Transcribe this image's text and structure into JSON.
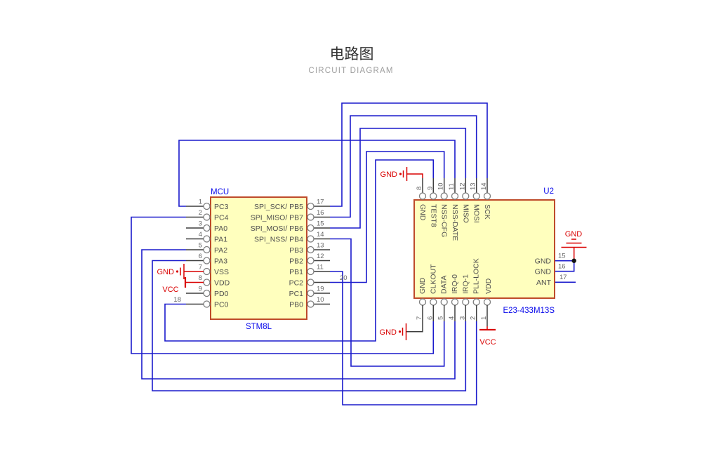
{
  "header": {
    "title": "电路图",
    "subtitle": "CIRCUIT DIAGRAM"
  },
  "mcu": {
    "designator": "MCU",
    "part": "STM8L",
    "left_pins": [
      {
        "num": "1",
        "name": "PC3"
      },
      {
        "num": "2",
        "name": "PC4"
      },
      {
        "num": "3",
        "name": "PA0"
      },
      {
        "num": "4",
        "name": "PA1"
      },
      {
        "num": "5",
        "name": "PA2"
      },
      {
        "num": "6",
        "name": "PA3"
      },
      {
        "num": "7",
        "name": "VSS"
      },
      {
        "num": "8",
        "name": "VDD"
      },
      {
        "num": "9",
        "name": "PD0"
      },
      {
        "num": "18",
        "name": "PC0"
      }
    ],
    "right_pins": [
      {
        "num": "17",
        "name": "SPI_SCK/ PB5"
      },
      {
        "num": "16",
        "name": "SPI_MISO/ PB7"
      },
      {
        "num": "15",
        "name": "SPI_MOSI/ PB6"
      },
      {
        "num": "14",
        "name": "SPI_NSS/ PB4"
      },
      {
        "num": "13",
        "name": "PB3"
      },
      {
        "num": "12",
        "name": "PB2"
      },
      {
        "num": "11",
        "name": "PB1"
      },
      {
        "num": "20",
        "name": "PC2"
      },
      {
        "num": "19",
        "name": "PC1"
      },
      {
        "num": "10",
        "name": "PB0"
      }
    ]
  },
  "module": {
    "designator": "U2",
    "part": "E23-433M13S",
    "top_pins": [
      {
        "num": "8",
        "name": "GND"
      },
      {
        "num": "9",
        "name": "TEST8"
      },
      {
        "num": "10",
        "name": "NSS-CFG"
      },
      {
        "num": "11",
        "name": "NSS-DATE"
      },
      {
        "num": "12",
        "name": "MISO"
      },
      {
        "num": "13",
        "name": "MOSI"
      },
      {
        "num": "14",
        "name": "SCK"
      }
    ],
    "bottom_pins": [
      {
        "num": "7",
        "name": "GND"
      },
      {
        "num": "6",
        "name": "CLKOUT"
      },
      {
        "num": "5",
        "name": "DATA"
      },
      {
        "num": "4",
        "name": "IRQ-0"
      },
      {
        "num": "3",
        "name": "IRQ-1"
      },
      {
        "num": "2",
        "name": "PLL-LOCK"
      },
      {
        "num": "1",
        "name": "VDD"
      }
    ],
    "right_pins": [
      {
        "num": "15",
        "name": "GND"
      },
      {
        "num": "16",
        "name": "GND"
      },
      {
        "num": "17",
        "name": "ANT"
      }
    ]
  },
  "power": {
    "gnd": "GND",
    "vcc": "VCC"
  },
  "colors": {
    "wire": "#1A1ACC",
    "chip_fill": "#FFFFBE",
    "chip_border": "#BE4B2A",
    "designator_blue": "#0B0BEB",
    "power_red": "#D90000",
    "pin_text": "#4f4f4f",
    "pin_number": "#666666"
  }
}
